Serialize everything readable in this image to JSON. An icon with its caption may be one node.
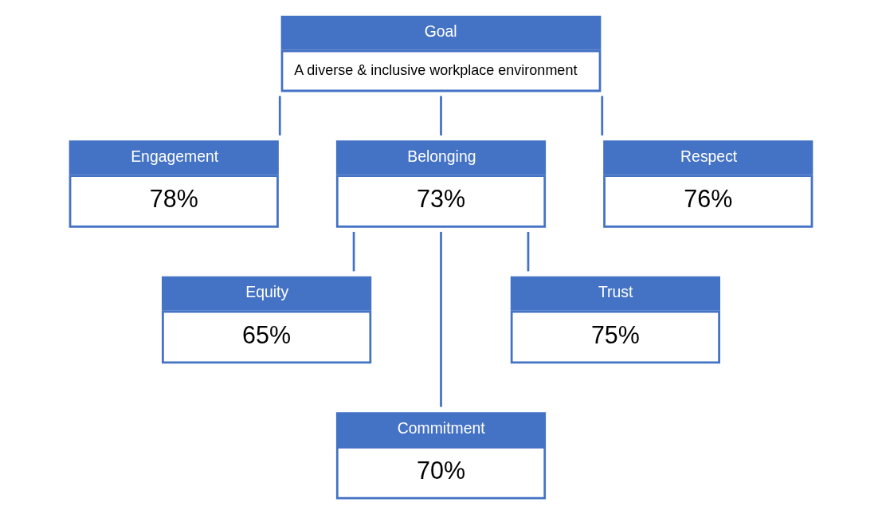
{
  "diagram": {
    "nodes": [
      {
        "text": [
          "Goal",
          "A diverse & inclusive workplace environment"
        ]
      },
      {
        "text": [
          "Engagement",
          "78%"
        ]
      },
      {
        "text": [
          "Belonging",
          "73%"
        ]
      },
      {
        "text": [
          "Respect",
          "76%"
        ]
      },
      {
        "text": [
          "Equity",
          "65%"
        ]
      },
      {
        "text": [
          "Commitment",
          "70%"
        ]
      },
      {
        "text": [
          "Trust",
          "75%"
        ]
      }
    ],
    "edges": [
      {
        "from": 0,
        "to": 1,
        "arrow": "none"
      },
      {
        "from": 0,
        "to": 2,
        "arrow": "none"
      },
      {
        "from": 0,
        "to": 3,
        "arrow": "none"
      },
      {
        "from": 2,
        "to": 4,
        "arrow": "none"
      },
      {
        "from": 2,
        "to": 5,
        "arrow": "none"
      },
      {
        "from": 2,
        "to": 6,
        "arrow": "none"
      }
    ]
  }
}
